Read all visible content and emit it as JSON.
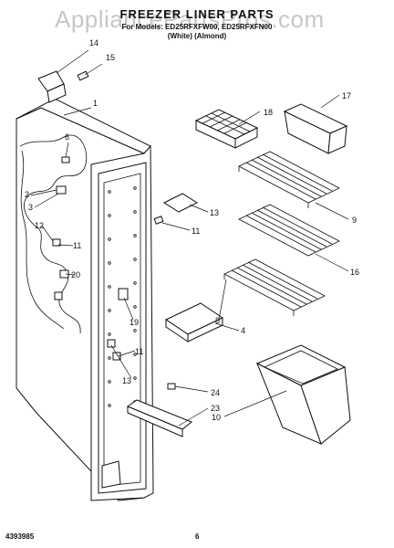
{
  "header": {
    "watermark": "AppliancePartsPros.com",
    "title": "FREEZER LINER PARTS",
    "subtitle": "For Models: ED25RFXFW00, ED25RFXFN00",
    "variants": "(White)      (Almond)"
  },
  "footer": {
    "left_code": "4393985",
    "page": "6"
  },
  "callouts": [
    "14",
    "15",
    "1",
    "6",
    "2",
    "3",
    "12",
    "11",
    "20",
    "18",
    "17",
    "13",
    "11",
    "9",
    "16",
    "8",
    "19",
    "4",
    "11",
    "13",
    "24",
    "23",
    "10"
  ]
}
